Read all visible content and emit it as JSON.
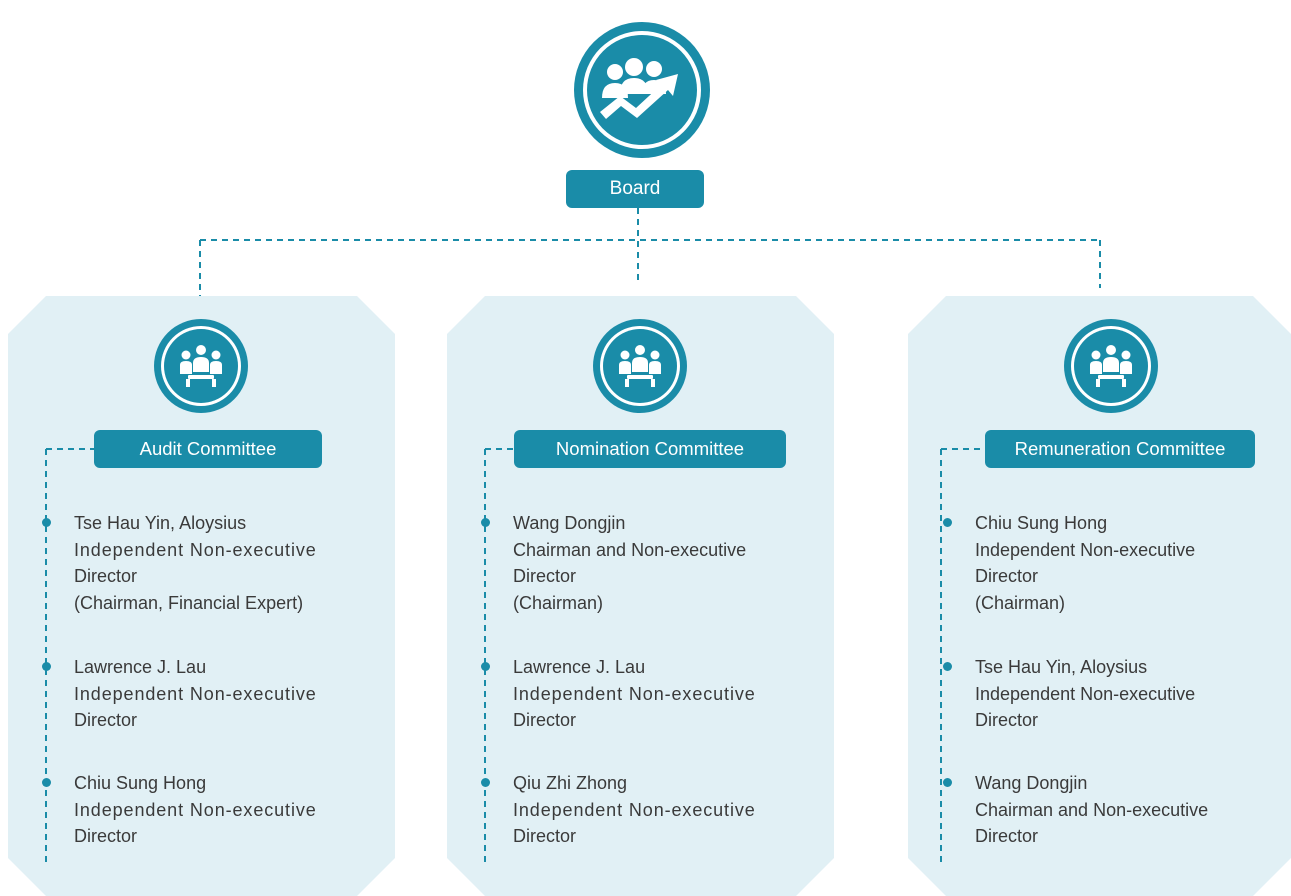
{
  "board": {
    "label": "Board",
    "icon": "team-growth-icon"
  },
  "colors": {
    "teal": "#1a8ca8",
    "panel": "#e1f0f5",
    "text": "#3a3a3a",
    "dash": "#1a8ca8"
  },
  "committees": [
    {
      "name": "Audit Committee",
      "icon": "committee-meeting-icon",
      "members": [
        {
          "name": "Tse Hau Yin, Aloysius",
          "role": "Independent Non-executive",
          "title": "Director",
          "note": "(Chairman, Financial Expert)"
        },
        {
          "name": "Lawrence J. Lau",
          "role": "Independent Non-executive",
          "title": "Director",
          "note": ""
        },
        {
          "name": "Chiu Sung Hong",
          "role": "Independent Non-executive",
          "title": "Director",
          "note": ""
        }
      ]
    },
    {
      "name": "Nomination Committee",
      "icon": "committee-meeting-icon",
      "members": [
        {
          "name": "Wang Dongjin",
          "role": "Chairman and Non-executive",
          "title": "Director",
          "note": "(Chairman)"
        },
        {
          "name": "Lawrence J. Lau",
          "role": "Independent Non-executive",
          "title": "Director",
          "note": ""
        },
        {
          "name": "Qiu Zhi Zhong",
          "role": "Independent Non-executive",
          "title": "Director",
          "note": ""
        }
      ]
    },
    {
      "name": "Remuneration Committee",
      "icon": "committee-meeting-icon",
      "members": [
        {
          "name": "Chiu Sung Hong",
          "role": "Independent Non-executive",
          "title": "Director",
          "note": "(Chairman)"
        },
        {
          "name": "Tse Hau Yin, Aloysius",
          "role": "Independent Non-executive",
          "title": "Director",
          "note": ""
        },
        {
          "name": "Wang Dongjin",
          "role": "Chairman and Non-executive",
          "title": "Director",
          "note": ""
        }
      ]
    }
  ]
}
